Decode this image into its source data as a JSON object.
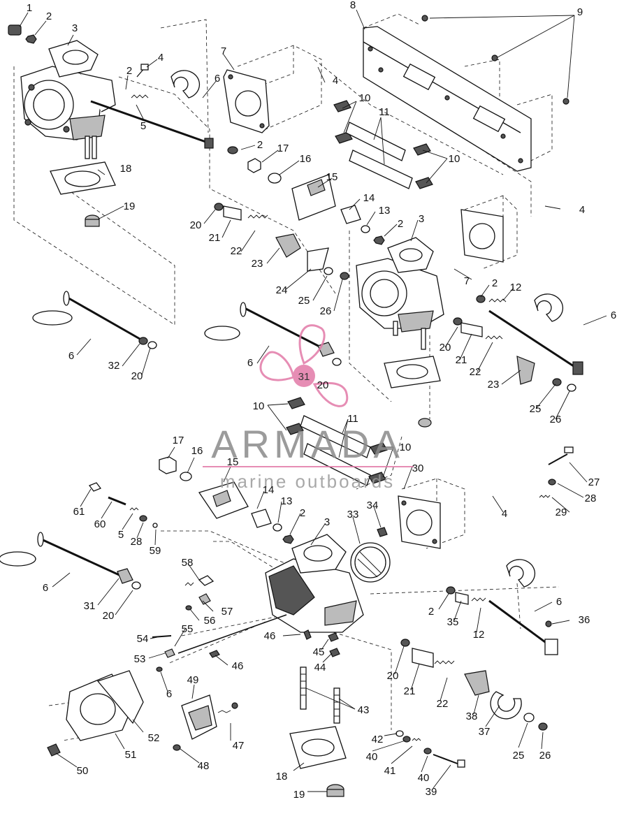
{
  "watermark": {
    "brand": "ARMADA",
    "tagline": "marine outboards",
    "accent_color": "#e27aa8",
    "logo_number": "31"
  },
  "callouts": [
    {
      "id": "c1",
      "label": "1"
    },
    {
      "id": "c2a",
      "label": "2"
    },
    {
      "id": "c3a",
      "label": "3"
    },
    {
      "id": "c4a",
      "label": "4"
    },
    {
      "id": "c2b",
      "label": "2"
    },
    {
      "id": "c5a",
      "label": "5"
    },
    {
      "id": "c6a",
      "label": "6"
    },
    {
      "id": "c7a",
      "label": "7"
    },
    {
      "id": "c4b",
      "label": "4"
    },
    {
      "id": "c8",
      "label": "8"
    },
    {
      "id": "c9",
      "label": "9"
    },
    {
      "id": "c10a",
      "label": "10"
    },
    {
      "id": "c11a",
      "label": "11"
    },
    {
      "id": "c10b",
      "label": "10"
    },
    {
      "id": "c2c",
      "label": "2"
    },
    {
      "id": "c17a",
      "label": "17"
    },
    {
      "id": "c16a",
      "label": "16"
    },
    {
      "id": "c15a",
      "label": "15"
    },
    {
      "id": "c18a",
      "label": "18"
    },
    {
      "id": "c19a",
      "label": "19"
    },
    {
      "id": "c14a",
      "label": "14"
    },
    {
      "id": "c13a",
      "label": "13"
    },
    {
      "id": "c4c",
      "label": "4"
    },
    {
      "id": "c2d",
      "label": "2"
    },
    {
      "id": "c3b",
      "label": "3"
    },
    {
      "id": "c20a",
      "label": "20"
    },
    {
      "id": "c21a",
      "label": "21"
    },
    {
      "id": "c22a",
      "label": "22"
    },
    {
      "id": "c23a",
      "label": "23"
    },
    {
      "id": "c24",
      "label": "24"
    },
    {
      "id": "c25a",
      "label": "25"
    },
    {
      "id": "c26a",
      "label": "26"
    },
    {
      "id": "c7b",
      "label": "7"
    },
    {
      "id": "c2e",
      "label": "2"
    },
    {
      "id": "c12a",
      "label": "12"
    },
    {
      "id": "c6b",
      "label": "6"
    },
    {
      "id": "c6c",
      "label": "6"
    },
    {
      "id": "c32",
      "label": "32"
    },
    {
      "id": "c20b",
      "label": "20"
    },
    {
      "id": "c6d",
      "label": "6"
    },
    {
      "id": "c20c",
      "label": "20"
    },
    {
      "id": "c20d",
      "label": "20"
    },
    {
      "id": "c21b",
      "label": "21"
    },
    {
      "id": "c22b",
      "label": "22"
    },
    {
      "id": "c23b",
      "label": "23"
    },
    {
      "id": "c25b",
      "label": "25"
    },
    {
      "id": "c26b",
      "label": "26"
    },
    {
      "id": "c10c",
      "label": "10"
    },
    {
      "id": "c11b",
      "label": "11"
    },
    {
      "id": "c10d",
      "label": "10"
    },
    {
      "id": "c17b",
      "label": "17"
    },
    {
      "id": "c16b",
      "label": "16"
    },
    {
      "id": "c15b",
      "label": "15"
    },
    {
      "id": "c30",
      "label": "30"
    },
    {
      "id": "c27",
      "label": "27"
    },
    {
      "id": "c28a",
      "label": "28"
    },
    {
      "id": "c29",
      "label": "29"
    },
    {
      "id": "c14b",
      "label": "14"
    },
    {
      "id": "c13b",
      "label": "13"
    },
    {
      "id": "c2f",
      "label": "2"
    },
    {
      "id": "c3c",
      "label": "3"
    },
    {
      "id": "c33",
      "label": "33"
    },
    {
      "id": "c34",
      "label": "34"
    },
    {
      "id": "c4d",
      "label": "4"
    },
    {
      "id": "c61",
      "label": "61"
    },
    {
      "id": "c60",
      "label": "60"
    },
    {
      "id": "c5b",
      "label": "5"
    },
    {
      "id": "c28b",
      "label": "28"
    },
    {
      "id": "c59",
      "label": "59"
    },
    {
      "id": "c58",
      "label": "58"
    },
    {
      "id": "c6e",
      "label": "6"
    },
    {
      "id": "c31b",
      "label": "31"
    },
    {
      "id": "c20e",
      "label": "20"
    },
    {
      "id": "c57",
      "label": "57"
    },
    {
      "id": "c56",
      "label": "56"
    },
    {
      "id": "c2g",
      "label": "2"
    },
    {
      "id": "c35",
      "label": "35"
    },
    {
      "id": "c12b",
      "label": "12"
    },
    {
      "id": "c6f",
      "label": "6"
    },
    {
      "id": "c36",
      "label": "36"
    },
    {
      "id": "c54",
      "label": "54"
    },
    {
      "id": "c55",
      "label": "55"
    },
    {
      "id": "c46a",
      "label": "46"
    },
    {
      "id": "c45",
      "label": "45"
    },
    {
      "id": "c53",
      "label": "53"
    },
    {
      "id": "c46b",
      "label": "46"
    },
    {
      "id": "c6g",
      "label": "6"
    },
    {
      "id": "c44",
      "label": "44"
    },
    {
      "id": "c20f",
      "label": "20"
    },
    {
      "id": "c21c",
      "label": "21"
    },
    {
      "id": "c22c",
      "label": "22"
    },
    {
      "id": "c49",
      "label": "49"
    },
    {
      "id": "c43",
      "label": "43"
    },
    {
      "id": "c38",
      "label": "38"
    },
    {
      "id": "c37",
      "label": "37"
    },
    {
      "id": "c52",
      "label": "52"
    },
    {
      "id": "c47",
      "label": "47"
    },
    {
      "id": "c42",
      "label": "42"
    },
    {
      "id": "c25c",
      "label": "25"
    },
    {
      "id": "c26c",
      "label": "26"
    },
    {
      "id": "c51",
      "label": "51"
    },
    {
      "id": "c40a",
      "label": "40"
    },
    {
      "id": "c48",
      "label": "48"
    },
    {
      "id": "c50",
      "label": "50"
    },
    {
      "id": "c41",
      "label": "41"
    },
    {
      "id": "c40b",
      "label": "40"
    },
    {
      "id": "c18b",
      "label": "18"
    },
    {
      "id": "c39",
      "label": "39"
    },
    {
      "id": "c19b",
      "label": "19"
    }
  ]
}
